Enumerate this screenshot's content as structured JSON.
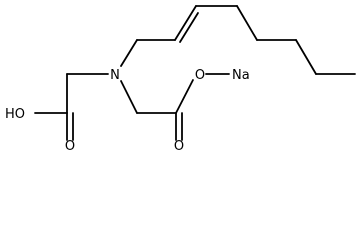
{
  "molecule": {
    "atoms": {
      "nitrogen": "N",
      "hydroxyl": "HO",
      "carbonyl_oxygen_left": "O",
      "ester_oxygen": "O",
      "carbonyl_oxygen_right": "O",
      "sodium": "Na"
    }
  }
}
